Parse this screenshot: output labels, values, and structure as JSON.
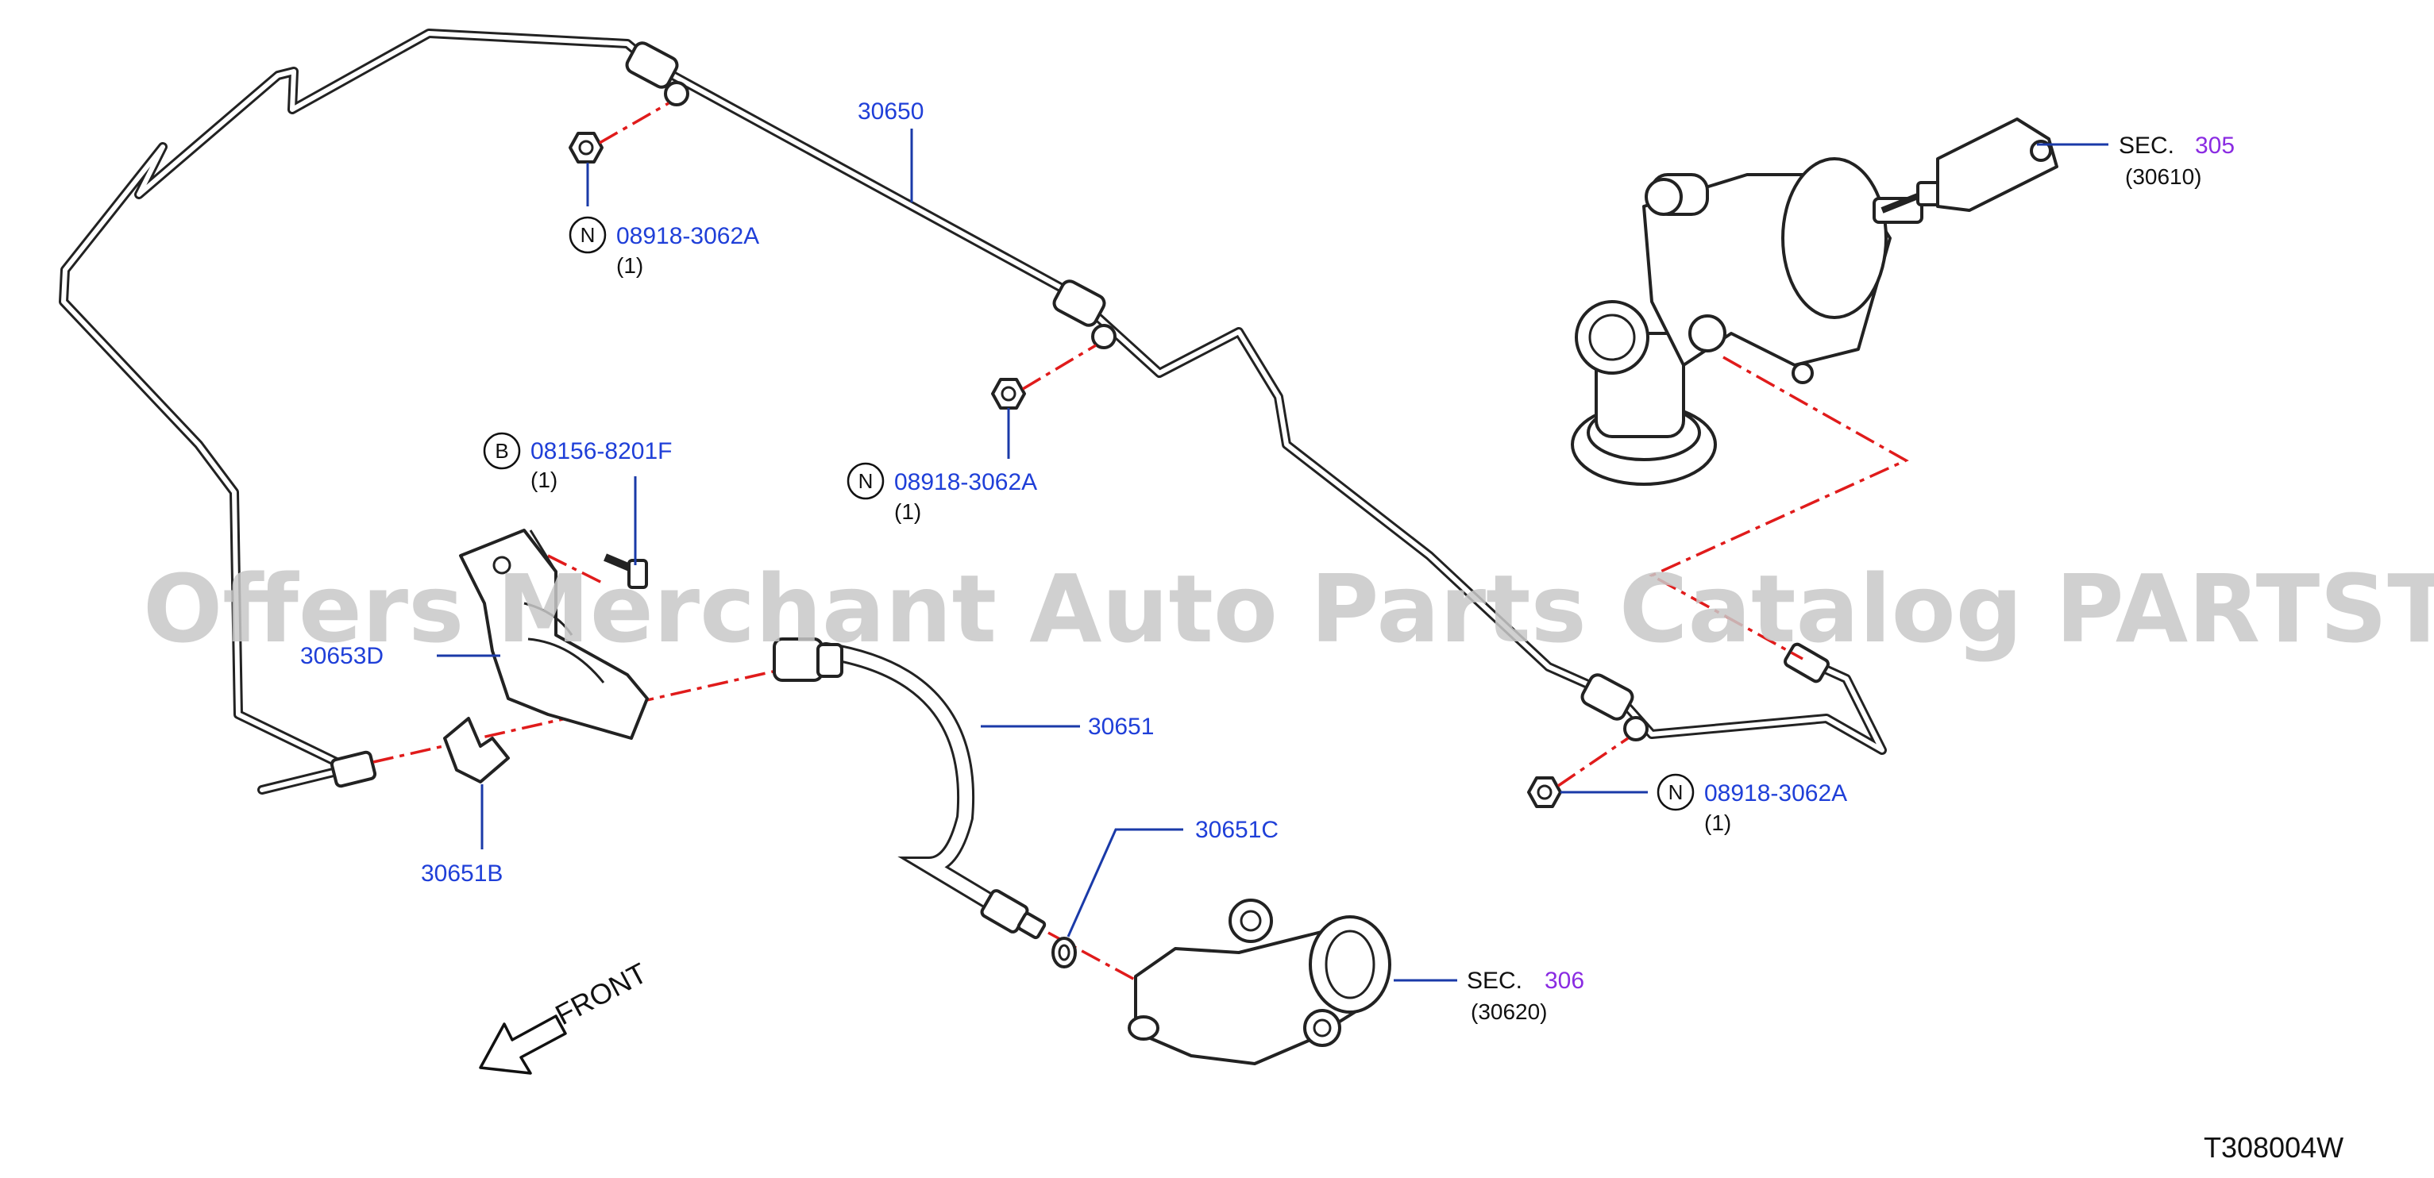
{
  "watermark": "Offers Merchant Auto Parts Catalog PARTSTORE.SA",
  "diagram_code": "T308004W",
  "front_label": "FRONT",
  "callouts": {
    "p30650": "30650",
    "n1_symbol": "N",
    "n1_part": "08918-3062A",
    "n1_qty": "(1)",
    "n2_symbol": "N",
    "n2_part": "08918-3062A",
    "n2_qty": "(1)",
    "n3_symbol": "N",
    "n3_part": "08918-3062A",
    "n3_qty": "(1)",
    "b_symbol": "B",
    "b_part": "08156-8201F",
    "b_qty": "(1)",
    "p30653D": "30653D",
    "p30651": "30651",
    "p30651B": "30651B",
    "p30651C": "30651C",
    "sec305_label": "SEC.",
    "sec305_num": "305",
    "sec305_sub": "(30610)",
    "sec306_label": "SEC.",
    "sec306_num": "306",
    "sec306_sub": "(30620)"
  },
  "colors": {
    "part_number": "#1f3fd8",
    "section_number": "#8a2be2",
    "leader_line": "#1a3aa8",
    "assembly_dash": "#e01b1b"
  }
}
